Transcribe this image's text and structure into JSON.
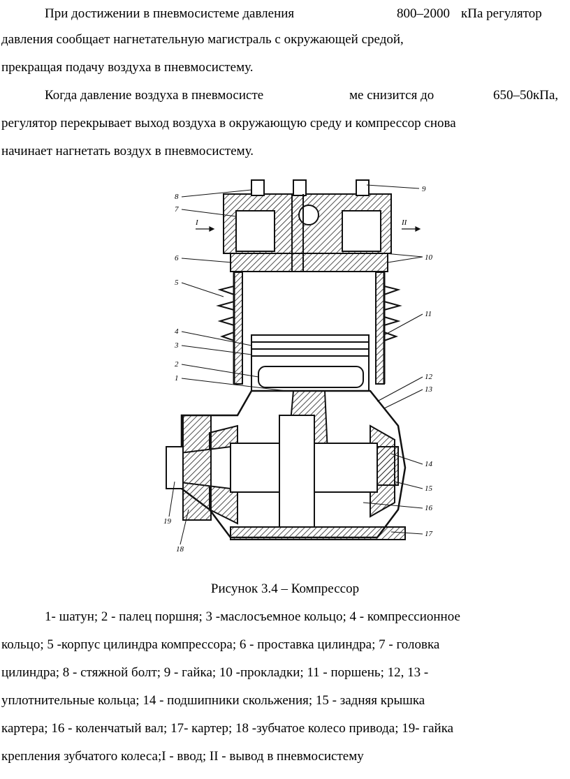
{
  "paragraph1": {
    "line1_a": "При достижении в пневмосистеме давления",
    "line1_b": "800–2000",
    "line1_c": "кПа регулятор",
    "line2": "давления сообщает нагнетательную магистраль с окружающей средой,",
    "line3": "прекращая подачу воздуха в пневмосистему."
  },
  "paragraph2": {
    "line1_a": "Когда давление воздуха в пневмосисте",
    "line1_b": "ме снизится до",
    "line1_c": "650–50кПа,",
    "line2": "регулятор перекрывает выход воздуха в окружающую среду и компрессор снова",
    "line3": "начинает нагнетать воздух в пневмосистему."
  },
  "figure": {
    "caption": "Рисунок 3.4 – Компрессор",
    "callouts": [
      "1",
      "2",
      "3",
      "4",
      "5",
      "6",
      "7",
      "8",
      "9",
      "10",
      "11",
      "12",
      "13",
      "14",
      "15",
      "16",
      "17",
      "18",
      "19"
    ],
    "flow_in": "I",
    "flow_out": "II"
  },
  "legend": {
    "line1": "1- шатун; 2 - палец поршня; 3 -маслосъемное кольцо; 4 - компрессионное",
    "line2": "кольцо; 5 -корпус цилиндра компрессора; 6 - проставка цилиндра; 7 - головка",
    "line3": "цилиндра; 8 - стяжной болт; 9 - гайка; 10 -прокладки; 11 - поршень; 12, 13 -",
    "line4": "уплотнительные кольца; 14 - подшипники скольжения; 15 - задняя крышка",
    "line5": "картера; 16 - коленчатый вал; 17- картер; 18 -зубчатое колесо привода; 19- гайка",
    "line6": "крепления зубчатого колеса;I - ввод; II - вывод в пневмосистему"
  }
}
